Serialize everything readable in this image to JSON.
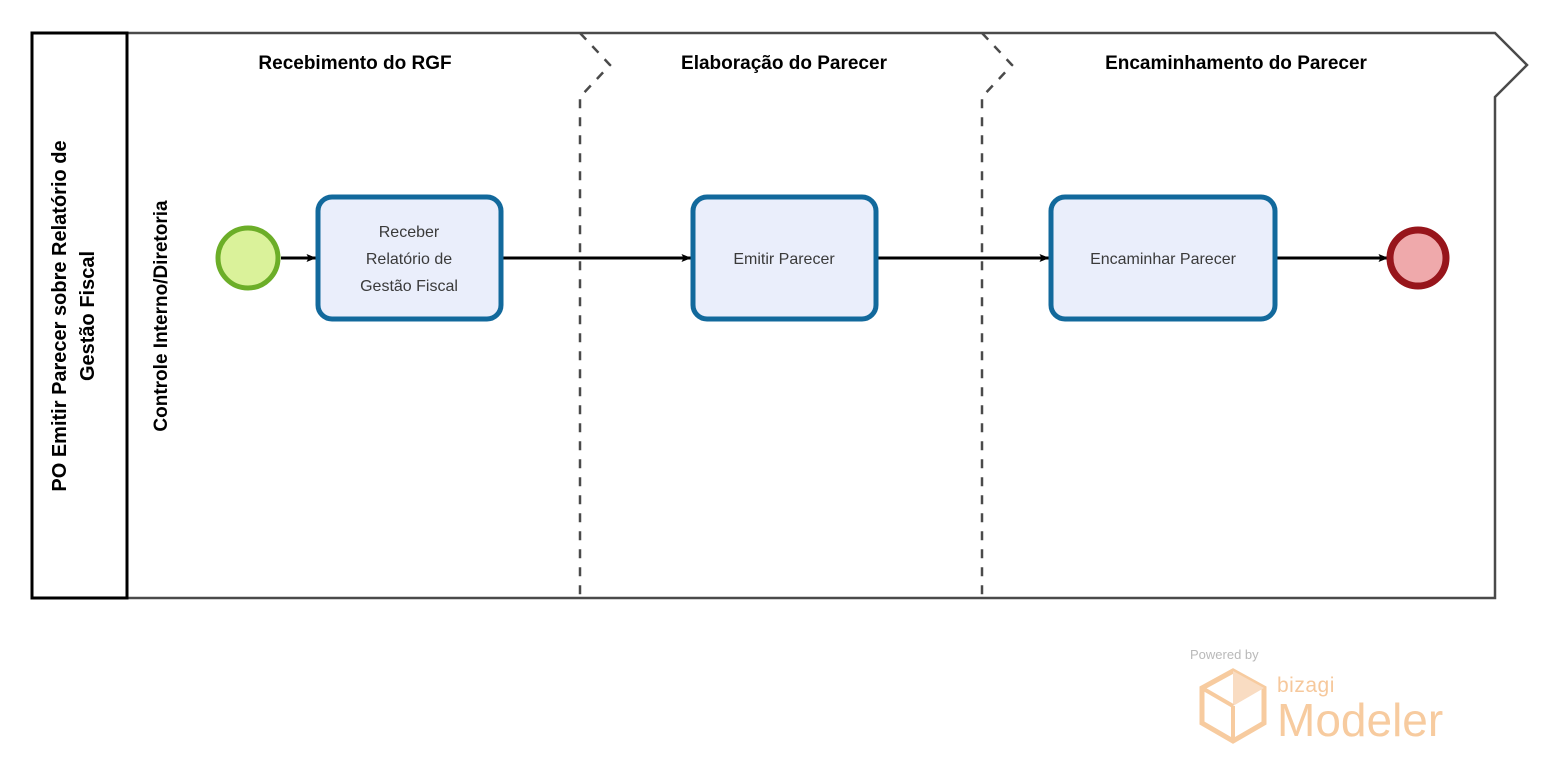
{
  "diagram": {
    "type": "bpmn-process-diagram",
    "pool_title": "PO Emitir Parecer sobre Relatório de Gestão Fiscal",
    "lanes": [
      {
        "label": "Controle Interno/Diretoria"
      }
    ],
    "phases": [
      {
        "label": "Recebimento do RGF"
      },
      {
        "label": "Elaboração do Parecer"
      },
      {
        "label": "Encaminhamento do Parecer"
      }
    ],
    "events": [
      {
        "name": "start-event",
        "type": "start",
        "label": ""
      },
      {
        "name": "end-event",
        "type": "end",
        "label": ""
      }
    ],
    "tasks": [
      {
        "name": "task-receber-relatorio",
        "lines": [
          "Receber",
          "Relatório de",
          "Gestão Fiscal"
        ]
      },
      {
        "name": "task-emitir-parecer",
        "lines": [
          "Emitir Parecer"
        ]
      },
      {
        "name": "task-encaminhar-parecer",
        "lines": [
          "Encaminhar Parecer"
        ]
      }
    ],
    "flows": [
      {
        "name": "flow-start-to-receber",
        "from": "start-event",
        "to": "task-receber-relatorio"
      },
      {
        "name": "flow-receber-to-emitir",
        "from": "task-receber-relatorio",
        "to": "task-emitir-parecer"
      },
      {
        "name": "flow-emitir-to-encaminhar",
        "from": "task-emitir-parecer",
        "to": "task-encaminhar-parecer"
      },
      {
        "name": "flow-encaminhar-to-end",
        "from": "task-encaminhar-parecer",
        "to": "end-event"
      }
    ]
  },
  "colors": {
    "task_border": "#12699c",
    "task_fill": "#eaeefb",
    "start_fill": "#daf29a",
    "start_border": "#6cae28",
    "end_fill": "#efa9ab",
    "end_border": "#97151b",
    "pool_border": "#000000",
    "lane_border": "#4a4a4a",
    "flow_line": "#000000",
    "brand": "#f7cb9f"
  },
  "branding": {
    "powered_by": "Powered by",
    "bizagi": "bizagi",
    "modeler": "Modeler",
    "logo_icon": "hexagon-cube-icon"
  }
}
